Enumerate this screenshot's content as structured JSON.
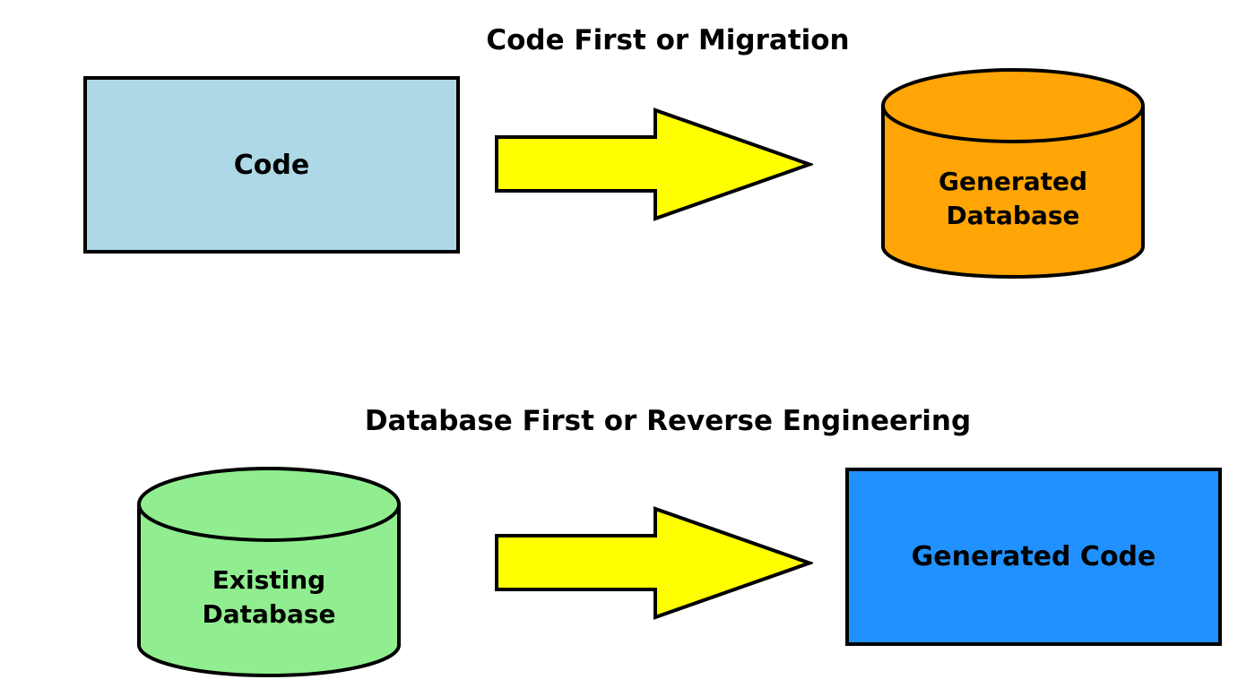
{
  "canvas": {
    "background": "#ffffff"
  },
  "colors": {
    "outline": "#000000",
    "text": "#000000",
    "arrow_fill": "#ffff00",
    "code_box_fill": "#add8e6",
    "generated_db_fill": "#ffa505",
    "existing_db_fill": "#90ee90",
    "generated_code_fill": "#2191ff"
  },
  "sections": [
    {
      "title": "Code First or Migration",
      "source": {
        "shape": "rectangle",
        "label": "Code"
      },
      "arrow": "right-arrow",
      "target": {
        "shape": "database-cylinder",
        "label_line1": "Generated",
        "label_line2": "Database"
      }
    },
    {
      "title": "Database First or Reverse Engineering",
      "source": {
        "shape": "database-cylinder",
        "label_line1": "Existing",
        "label_line2": "Database"
      },
      "arrow": "right-arrow",
      "target": {
        "shape": "rectangle",
        "label": "Generated Code"
      }
    }
  ]
}
